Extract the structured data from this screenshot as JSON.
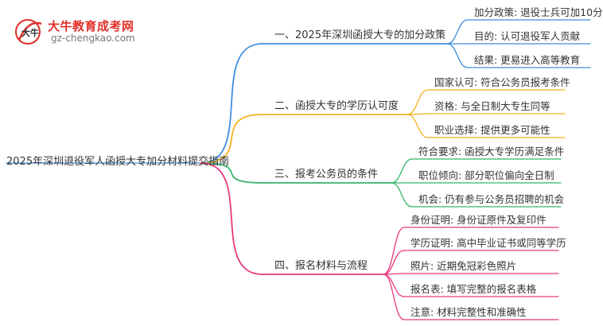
{
  "logo": {
    "name": "大牛教育成考网",
    "url": "gz-chengkao.com",
    "mark_text": "大牛",
    "accent": "#e02f2a"
  },
  "root": {
    "label": "2025年深圳退役军人函授大专加分材料提交指南"
  },
  "branches": [
    {
      "label": "一、2025年深圳函授大专的加分政策",
      "color": "#3d8ee0",
      "leaves": [
        "加分政策: 退役士兵可加10分",
        "目的: 认可退役军人贡献",
        "结果: 更易进入高等教育"
      ]
    },
    {
      "label": "二、函授大专的学历认可度",
      "color": "#f2b01e",
      "leaves": [
        "国家认可: 符合公务员报考条件",
        "资格: 与全日制大专生同等",
        "职业选择: 提供更多可能性"
      ]
    },
    {
      "label": "三、报考公务员的条件",
      "color": "#35b56b",
      "leaves": [
        "符合要求: 函授大专学历满足条件",
        "职位倾向: 部分职位偏向全日制",
        "机会: 仍有参与公务员招聘的机会"
      ]
    },
    {
      "label": "四、报名材料与流程",
      "color": "#e8387f",
      "leaves": [
        "身份证明: 身份证原件及复印件",
        "学历证明: 高中毕业证书或同等学历",
        "照片: 近期免冠彩色照片",
        "报名表: 填写完整的报名表格",
        "注意: 材料完整性和准确性"
      ]
    }
  ]
}
